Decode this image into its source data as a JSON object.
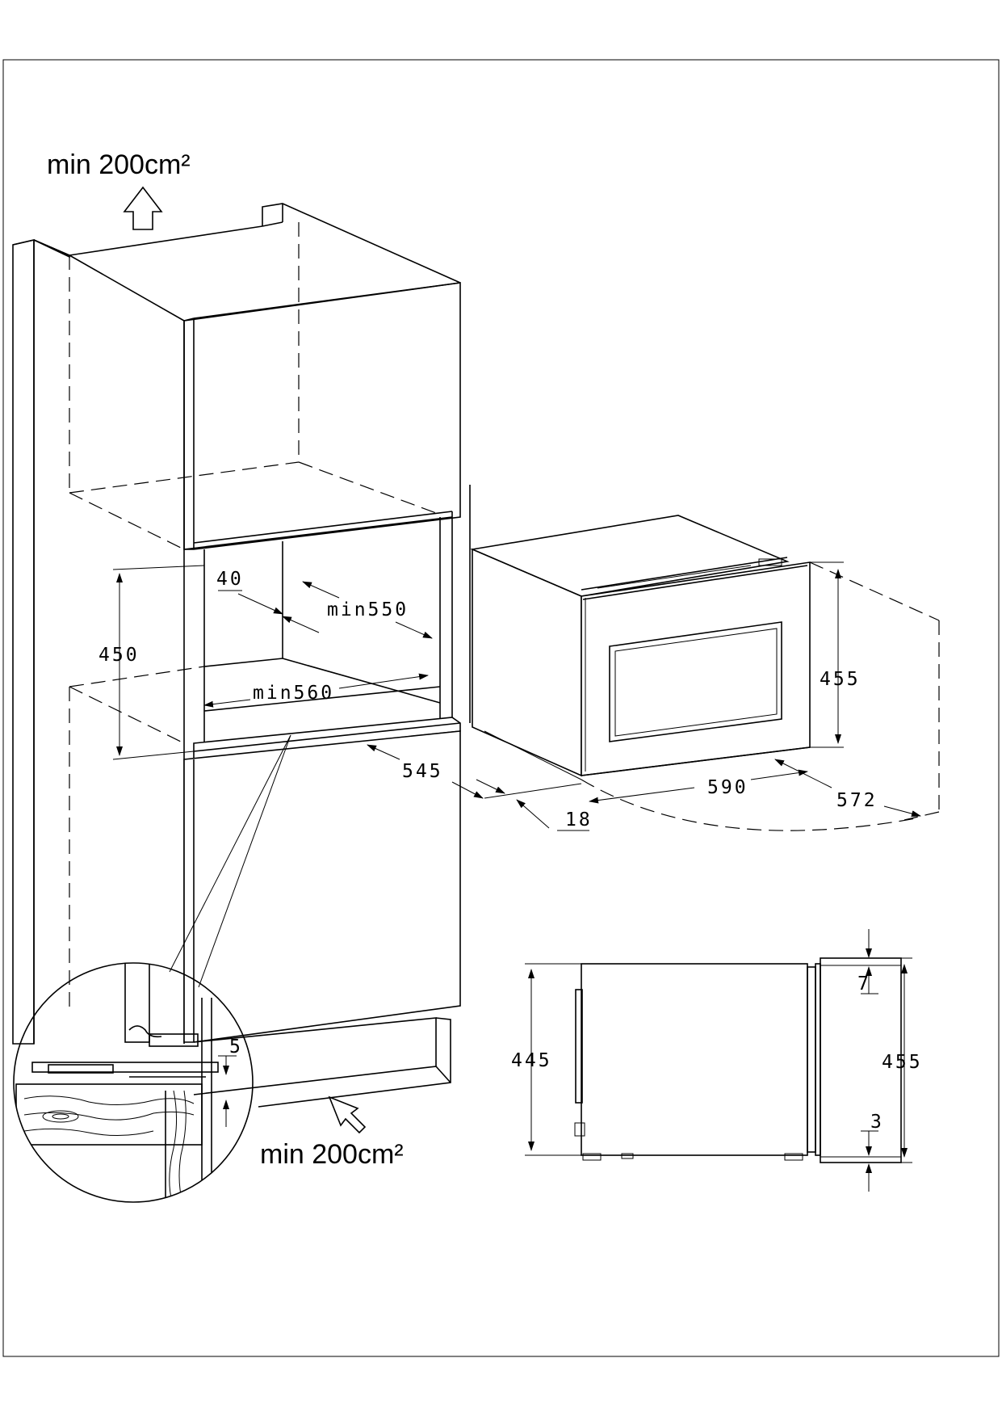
{
  "ventilation": {
    "top_label": "min 200cm²",
    "bottom_label": "min 200cm²"
  },
  "dimensions": {
    "niche_height": "450",
    "top_gap": "40",
    "niche_depth": "min550",
    "niche_width": "min560",
    "cabinet_depth": "545",
    "front_thickness": "18",
    "oven_front_height": "455",
    "oven_width": "590",
    "oven_depth": "572",
    "gap_detail": "5",
    "side_body_height": "445",
    "side_front_height": "455",
    "side_top_offset": "7",
    "side_bottom_offset": "3"
  },
  "colors": {
    "line": "#000000",
    "background": "#ffffff"
  }
}
